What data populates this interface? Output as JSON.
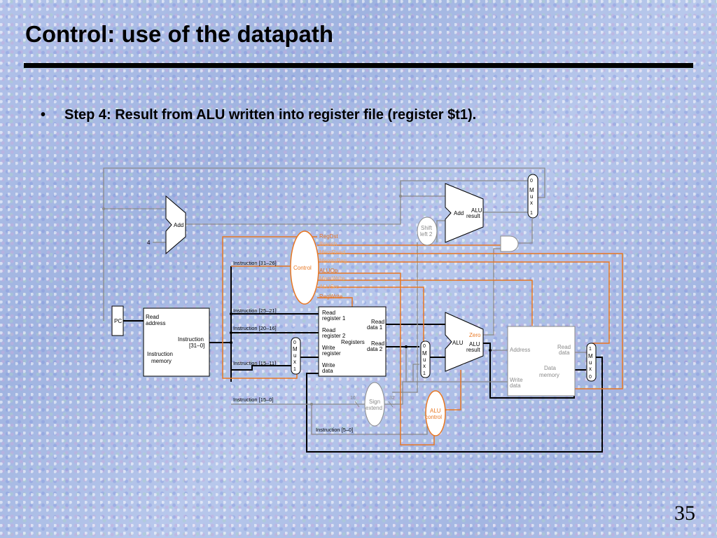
{
  "slide": {
    "title": "Control: use of the datapath",
    "bullet_symbol": "•",
    "bullet_text": "Step 4:  Result from ALU written into register file (register $t1).",
    "page_number": "35"
  },
  "colors": {
    "active": "#000000",
    "control": "#e87722",
    "inactive": "#9a9a9a",
    "box_fill": "#ffffff"
  },
  "diagram": {
    "pc": "PC",
    "add_pc": "Add",
    "const_four": "4",
    "add_branch": "Add",
    "alu_result_top_1": "ALU",
    "alu_result_top_2": "result",
    "shift_left_1": "Shift",
    "shift_left_2": "left 2",
    "control": "Control",
    "control_signals": {
      "regdst": "RegDst",
      "branch": "Branch",
      "memread": "MemRead",
      "memtoreg": "MemtoReg",
      "aluop": "ALUOp",
      "memwrite": "MemWrite",
      "alusrc": "ALUSrc",
      "regwrite": "RegWrite"
    },
    "instr_31_26": "Instruction [31–26]",
    "instr_25_21": "Instruction [25–21]",
    "instr_20_16": "Instruction [20–16]",
    "instr_15_11": "Instruction [15–11]",
    "instr_15_0": "Instruction [15–0]",
    "instr_5_0": "Instruction [5–0]",
    "instr_mem": {
      "read_1": "Read",
      "read_2": "address",
      "instr_1": "Instruction",
      "instr_2": "[31–0]",
      "name_1": "Instruction",
      "name_2": "memory"
    },
    "registers": {
      "rr1_1": "Read",
      "rr1_2": "register 1",
      "rr2_1": "Read",
      "rr2_2": "register 2",
      "wr_1": "Write",
      "wr_2": "register",
      "wd_1": "Write",
      "wd_2": "data",
      "name": "Registers",
      "rd1_1": "Read",
      "rd1_2": "data 1",
      "rd2_1": "Read",
      "rd2_2": "data 2"
    },
    "mux_letters": [
      "M",
      "u",
      "x"
    ],
    "mux_zero": "0",
    "mux_one": "1",
    "alu": "ALU",
    "alu_zero": "Zero",
    "alu_result_1": "ALU",
    "alu_result_2": "result",
    "data_mem": {
      "address": "Address",
      "read_1": "Read",
      "read_2": "data",
      "write_1": "Write",
      "write_2": "data",
      "name_1": "Data",
      "name_2": "memory"
    },
    "sign_extend_1": "Sign",
    "sign_extend_2": "extend",
    "bits_16": "16",
    "bits_32": "32",
    "alu_control_1": "ALU",
    "alu_control_2": "control"
  }
}
